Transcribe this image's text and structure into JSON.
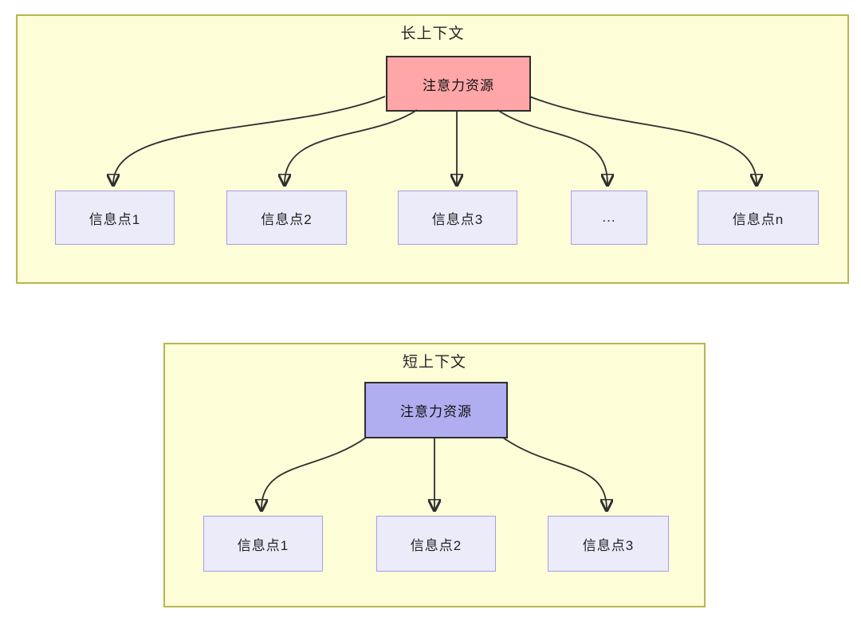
{
  "page": {
    "background": "#ffffff"
  },
  "diagram": {
    "long_context": {
      "title": "长上下文",
      "source": {
        "label": "注意力资源",
        "fill": "#ffa6a8",
        "border": "#2e2e2e"
      },
      "targets": [
        {
          "label": "信息点1"
        },
        {
          "label": "信息点2"
        },
        {
          "label": "信息点3"
        },
        {
          "label": "..."
        },
        {
          "label": "信息点n"
        }
      ],
      "edges": [
        "注意力资源→信息点1",
        "注意力资源→信息点2",
        "注意力资源→信息点3",
        "注意力资源→...",
        "注意力资源→信息点n"
      ]
    },
    "short_context": {
      "title": "短上下文",
      "source": {
        "label": "注意力资源",
        "fill": "#b1adf1",
        "border": "#2e2e2e"
      },
      "targets": [
        {
          "label": "信息点1"
        },
        {
          "label": "信息点2"
        },
        {
          "label": "信息点3"
        }
      ],
      "edges": [
        "注意力资源→信息点1",
        "注意力资源→信息点2",
        "注意力资源→信息点3"
      ]
    },
    "colors": {
      "group_fill": "#fdfdd8",
      "group_border": "#b6b74f",
      "info_fill": "#ebebfa",
      "info_border": "#a79ce5",
      "arrow": "#2e2e2e"
    }
  }
}
